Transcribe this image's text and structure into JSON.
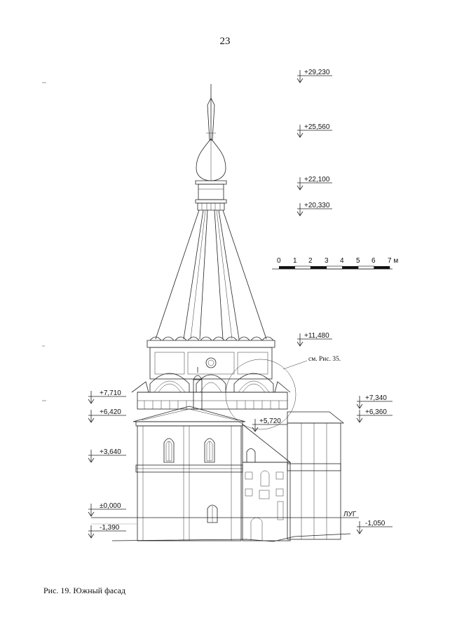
{
  "page": {
    "number": "23",
    "caption": "Рис. 19. Южный фасад"
  },
  "scale_bar": {
    "ticks": [
      "0",
      "1",
      "2",
      "3",
      "4",
      "5",
      "6",
      "7 м"
    ]
  },
  "levels": {
    "top_29230": "+29,230",
    "top_25560": "+25,560",
    "top_22100": "+22,100",
    "top_20330": "+20,330",
    "top_11480": "+11,480",
    "left_7710": "+7,710",
    "left_6420": "+6,420",
    "mid_5720": "+5,720",
    "left_3640": "+3,640",
    "left_0000": "±0,000",
    "left_1390": "-1,390",
    "right_7340": "+7,340",
    "right_6360": "+6,360",
    "right_1050": "-1,050"
  },
  "annotations": {
    "detail_ref": "см. Рис. 35.",
    "meadow": "ЛУГ"
  }
}
